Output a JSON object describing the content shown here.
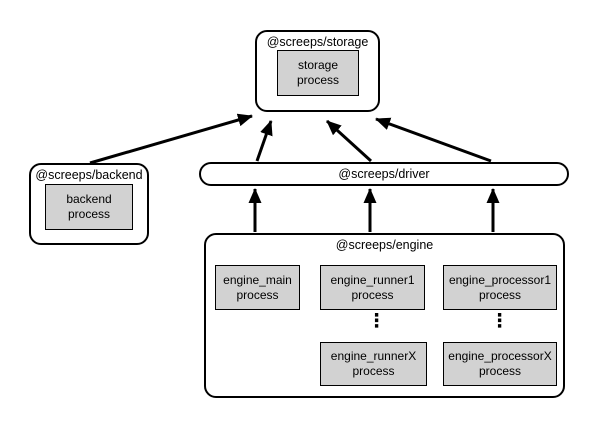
{
  "diagram": {
    "packages": {
      "storage": {
        "label": "@screeps/storage",
        "processes": [
          {
            "name": "storage\nprocess"
          }
        ]
      },
      "backend": {
        "label": "@screeps/backend",
        "processes": [
          {
            "name": "backend\nprocess"
          }
        ]
      },
      "driver": {
        "label": "@screeps/driver"
      },
      "engine": {
        "label": "@screeps/engine",
        "processes": [
          {
            "name": "engine_main\nprocess"
          },
          {
            "name": "engine_runner1\nprocess"
          },
          {
            "name": "engine_processor1\nprocess"
          },
          {
            "name": "engine_runnerX\nprocess"
          },
          {
            "name": "engine_processorX\nprocess"
          }
        ],
        "ellipsis": "⋮"
      }
    },
    "edges": [
      {
        "from": "backend",
        "to": "storage"
      },
      {
        "from": "driver",
        "to": "storage"
      },
      {
        "from": "driver",
        "to": "storage"
      },
      {
        "from": "driver",
        "to": "storage"
      },
      {
        "from": "engine",
        "to": "driver"
      },
      {
        "from": "engine",
        "to": "driver"
      },
      {
        "from": "engine",
        "to": "driver"
      }
    ],
    "colors": {
      "process_fill": "#d2d2d2",
      "border": "#000000",
      "background": "#ffffff"
    }
  }
}
